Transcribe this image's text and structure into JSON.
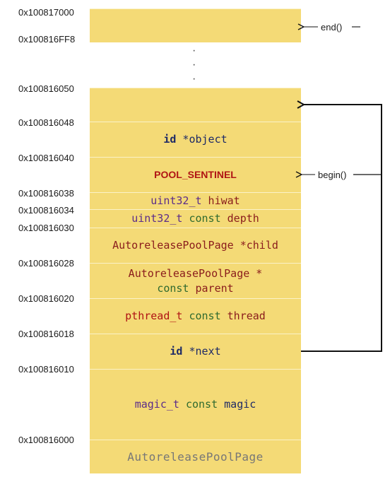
{
  "addresses": {
    "a7000": "0x100817000",
    "a6ff8": "0x100816FF8",
    "a6050": "0x100816050",
    "a6048": "0x100816048",
    "a6040": "0x100816040",
    "a6038": "0x100816038",
    "a6034": "0x100816034",
    "a6030": "0x100816030",
    "a6028": "0x100816028",
    "a6020": "0x100816020",
    "a6018": "0x100816018",
    "a6010": "0x100816010",
    "a6000": "0x100816000"
  },
  "cells": {
    "object": {
      "type": "id",
      "rest": " *object"
    },
    "sentinel": {
      "text": "POOL_SENTINEL"
    },
    "hiwat": {
      "type": "uint32_t",
      "rest": " hiwat"
    },
    "depth": {
      "type": "uint32_t",
      "kw": " const",
      "rest": " depth"
    },
    "child": {
      "type": "AutoreleasePoolPage",
      "rest": " *child"
    },
    "parent": {
      "line1": "AutoreleasePoolPage *",
      "kw": "const",
      "rest": " parent"
    },
    "thread": {
      "type": "pthread_t",
      "kw": " const",
      "rest": " thread"
    },
    "next": {
      "type": "id",
      "rest": " *next"
    },
    "magic": {
      "type": "magic_t",
      "kw": " const",
      "rest": " magic"
    },
    "page": {
      "text": "AutoreleasePoolPage"
    }
  },
  "labels": {
    "end": "end()",
    "begin": "begin()"
  },
  "colors": {
    "cell_fill": "#f4da76",
    "arrow": "#111111"
  }
}
